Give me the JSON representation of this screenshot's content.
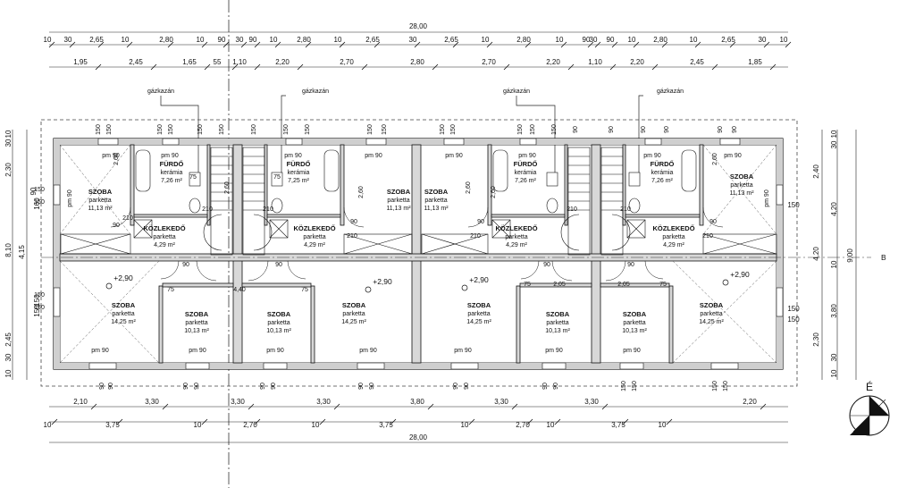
{
  "dims_top": {
    "total": "28,00",
    "row1": [
      "10",
      "30",
      "2,65",
      "10",
      "2,80",
      "10",
      "90",
      "30",
      "90",
      "10",
      "2,80",
      "10",
      "2,65",
      "30",
      "2,65",
      "10",
      "2,80",
      "10",
      "90",
      "30",
      "90",
      "10",
      "2,80",
      "10",
      "2,65",
      "30",
      "10"
    ],
    "row2": [
      "1,95",
      "2,45",
      "1,65",
      "55",
      "1,10",
      "2,20",
      "2,70",
      "2,80",
      "2,70",
      "2,20",
      "1,10",
      "2,20",
      "2,45",
      "1,85"
    ]
  },
  "dims_bottom": {
    "total": "28,00",
    "row1": [
      "2,10",
      "3,30",
      "3,30",
      "3,30",
      "3,80",
      "3,30",
      "3,30",
      "2,20"
    ],
    "row2": [
      "10",
      "3,75",
      "10",
      "2,70",
      "10",
      "3,75",
      "10",
      "2,70",
      "10",
      "3,75",
      "10"
    ]
  },
  "dims_left": [
    "10",
    "30",
    "2,30",
    "90",
    "160",
    "8,10",
    "4,15",
    "150",
    "150",
    "2,45",
    "30",
    "10"
  ],
  "dims_right": [
    "10",
    "30",
    "2,40",
    "4,20",
    "4,20",
    "10",
    "9,00",
    "3,80",
    "2,30",
    "30",
    "10",
    "150",
    "150",
    "150"
  ],
  "axis_label": "B",
  "north_label": "É",
  "gas_labels": [
    "gázkazán",
    "gázkazán",
    "gázkazán",
    "gázkazán"
  ],
  "rooms": [
    {
      "name": "SZOBA",
      "floor": "parketta",
      "area": "11,13 m²"
    },
    {
      "name": "FÜRDŐ",
      "floor": "kerámia",
      "area": "7,26 m²"
    },
    {
      "name": "FÜRDŐ",
      "floor": "kerámia",
      "area": "7,25 m²"
    },
    {
      "name": "SZOBA",
      "floor": "parketta",
      "area": "11,13 m²"
    },
    {
      "name": "SZOBA",
      "floor": "parketta",
      "area": "11,13 m²"
    },
    {
      "name": "FÜRDŐ",
      "floor": "kerámia",
      "area": "7,26 m²"
    },
    {
      "name": "FÜRDŐ",
      "floor": "kerámia",
      "area": "7,26 m²"
    },
    {
      "name": "SZOBA",
      "floor": "parketta",
      "area": "11,13 m²"
    },
    {
      "name": "KÖZLEKEDŐ",
      "floor": "parketta",
      "area": "4,29 m²"
    },
    {
      "name": "KÖZLEKEDŐ",
      "floor": "parketta",
      "area": "4,29 m²"
    },
    {
      "name": "KÖZLEKEDŐ",
      "floor": "parketta",
      "area": "4,29 m²"
    },
    {
      "name": "KÖZLEKEDŐ",
      "floor": "parketta",
      "area": "4,29 m²"
    },
    {
      "name": "SZOBA",
      "floor": "parketta",
      "area": "14,25 m²"
    },
    {
      "name": "SZOBA",
      "floor": "parketta",
      "area": "10,13 m²"
    },
    {
      "name": "SZOBA",
      "floor": "parketta",
      "area": "10,13 m²"
    },
    {
      "name": "SZOBA",
      "floor": "parketta",
      "area": "14,25 m²"
    },
    {
      "name": "SZOBA",
      "floor": "parketta",
      "area": "14,25 m²"
    },
    {
      "name": "SZOBA",
      "floor": "parketta",
      "area": "10,13 m²"
    },
    {
      "name": "SZOBA",
      "floor": "parketta",
      "area": "10,13 m²"
    },
    {
      "name": "SZOBA",
      "floor": "parketta",
      "area": "14,25 m²"
    }
  ],
  "levels": [
    "+2,90",
    "+2,90",
    "+2,90",
    "+2,90"
  ],
  "window_labels": [
    "pm 90",
    "pm 90",
    "pm 90",
    "pm 90",
    "pm 90",
    "pm 90",
    "pm 90",
    "pm 90",
    "pm 90",
    "pm 90",
    "pm 90",
    "pm 90",
    "pm 90",
    "pm 90",
    "pm 90",
    "pm 90",
    "pm 90"
  ],
  "door_labels": [
    "75",
    "75",
    "75",
    "75",
    "75",
    "75",
    "90",
    "90",
    "90",
    "90",
    "90",
    "90",
    "90",
    "90"
  ],
  "internal_dims": [
    "4,40",
    "2,05",
    "2,05",
    "2,60",
    "2,60",
    "2,60",
    "2,60",
    "2,60",
    "2,60",
    "210",
    "210",
    "210",
    "210",
    "210",
    "210",
    "210",
    "210"
  ],
  "parapet_labels": [
    "150",
    "150",
    "150",
    "150",
    "150",
    "150",
    "150",
    "150",
    "150",
    "150",
    "150",
    "150",
    "150",
    "150",
    "150",
    "150",
    "90",
    "90",
    "90",
    "90",
    "90",
    "90",
    "90",
    "90",
    "90",
    "90",
    "90",
    "90",
    "90",
    "90",
    "90",
    "90",
    "90",
    "90",
    "150",
    "150",
    "150",
    "150",
    "150",
    "150",
    "150",
    "150"
  ]
}
